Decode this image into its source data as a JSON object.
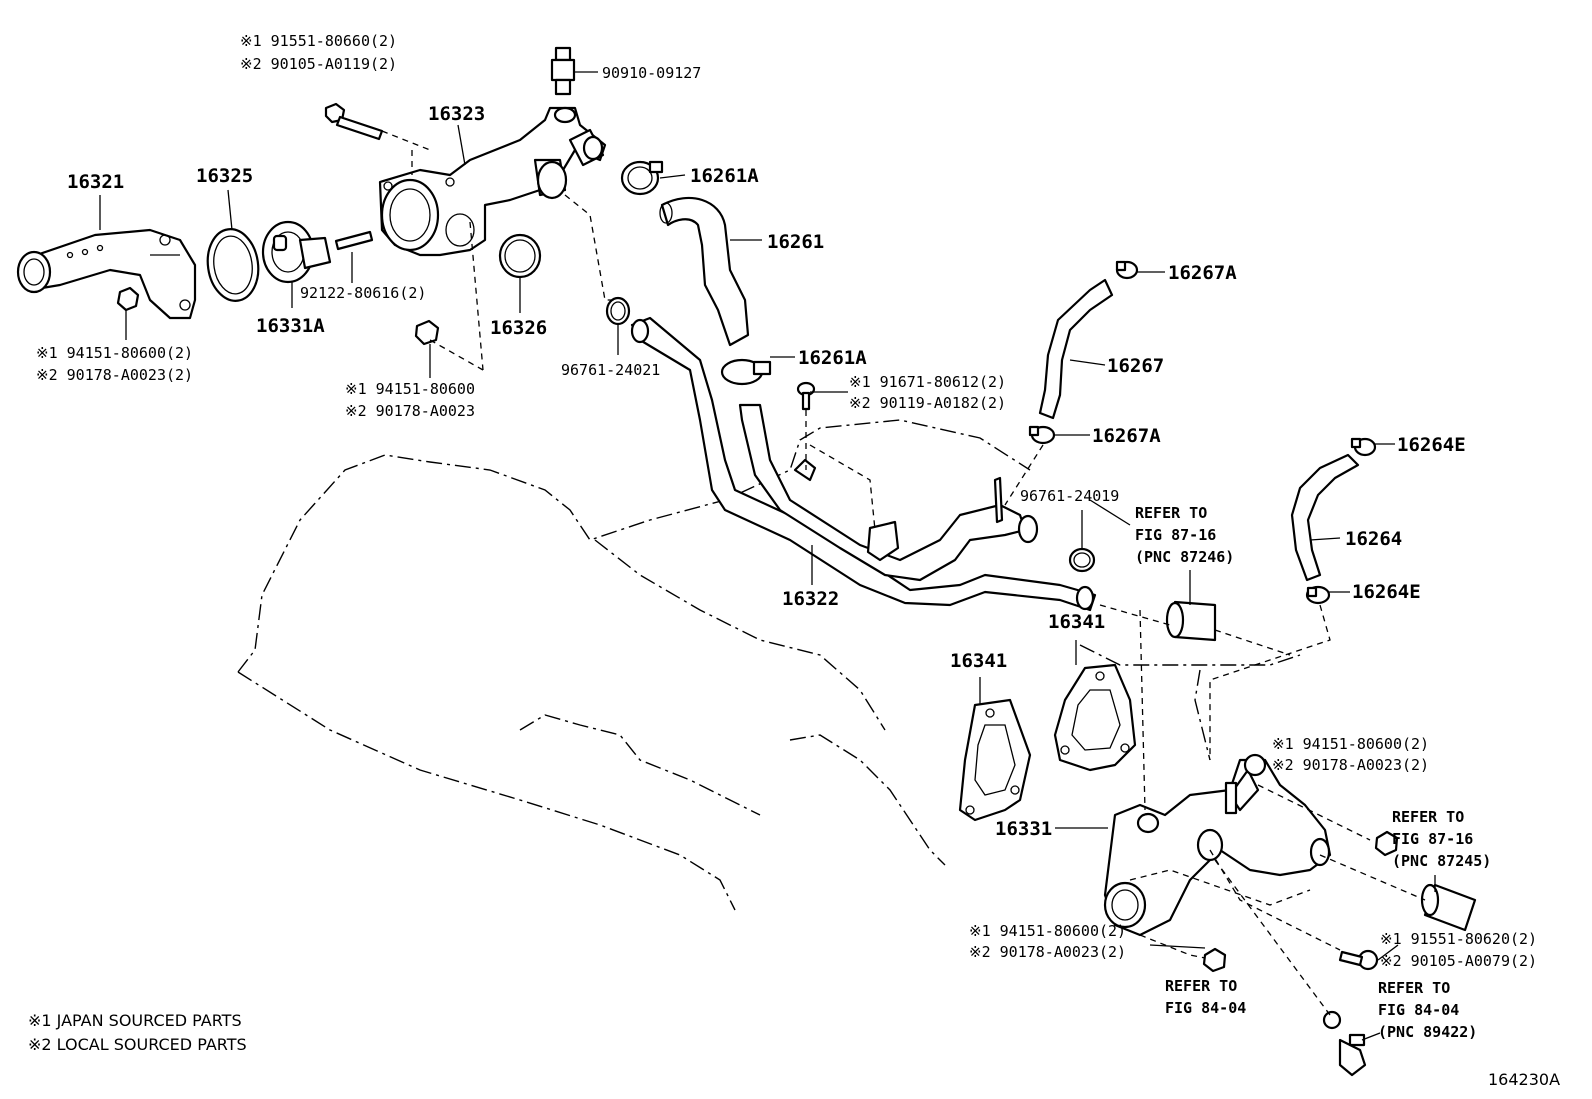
{
  "callouts": {
    "p16321": "16321",
    "p16325": "16325",
    "p16323": "16323",
    "p16331A": "16331A",
    "p16326": "16326",
    "p16261A_top": "16261A",
    "p16261": "16261",
    "p16261A_mid": "16261A",
    "p16267A_top": "16267A",
    "p16267": "16267",
    "p16267A_mid": "16267A",
    "p16264E_top": "16264E",
    "p16264": "16264",
    "p16264E_bot": "16264E",
    "p16322": "16322",
    "p16341_a": "16341",
    "p16341_b": "16341",
    "p16331": "16331"
  },
  "part_numbers": {
    "bolt_top_1": "※1  91551-80660(2)",
    "bolt_top_2": "※2  90105-A0119(2)",
    "bleeder": "90910-09127",
    "stud": "92122-80616(2)",
    "nut_left_1": "※1 94151-80600(2)",
    "nut_left_2": "※2 90178-A0023(2)",
    "nut_mid_1": "※1 94151-80600",
    "nut_mid_2": "※2 90178-A0023",
    "oring_a": "96761-24021",
    "bolt_clip_1": "※1 91671-80612(2)",
    "bolt_clip_2": "※2 90119-A0182(2)",
    "oring_b": "96761-24019",
    "nut_r_top_1": "※1 94151-80600(2)",
    "nut_r_top_2": "※2 90178-A0023(2)",
    "nut_r_bot_1": "※1 94151-80600(2)",
    "nut_r_bot_2": "※2 90178-A0023(2)",
    "bolt_r_1": "※1 91551-80620(2)",
    "bolt_r_2": "※2 90105-A0079(2)"
  },
  "references": {
    "ref1": [
      "REFER TO",
      "FIG 87-16",
      "(PNC 87246)"
    ],
    "ref2": [
      "REFER TO",
      "FIG 87-16",
      "(PNC 87245)"
    ],
    "ref3": [
      "REFER TO",
      "FIG 84-04"
    ],
    "ref4": [
      "REFER TO",
      "FIG 84-04",
      "(PNC 89422)"
    ]
  },
  "notes": {
    "japan": "※1 JAPAN SOURCED PARTS",
    "local": "※2 LOCAL SOURCED PARTS"
  },
  "figure_id": "164230A"
}
